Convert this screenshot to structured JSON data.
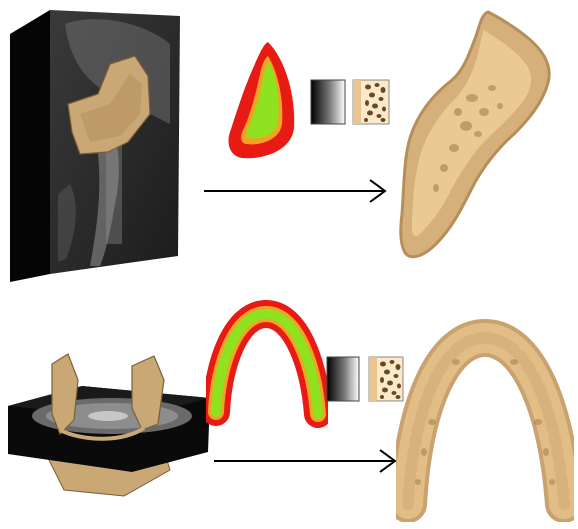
{
  "figure": {
    "rows": [
      {
        "id": "sagittal-row",
        "steps": [
          "ct-volume-with-mandible-model",
          "cross-section-segmentation",
          "gradient-texture-swatch",
          "bone-texture-swatch",
          "textured-bone-slice"
        ]
      },
      {
        "id": "axial-row",
        "steps": [
          "ct-volume-with-mandible-model",
          "cross-section-segmentation",
          "gradient-texture-swatch",
          "bone-texture-swatch",
          "textured-bone-slice"
        ]
      }
    ],
    "colors": {
      "cortical_region": "#e81a14",
      "cancellous_region": "#8fe21f",
      "boundary_ring": "#f2a324",
      "bone_surface": "#c9a876",
      "bone_interior": "#e8c48e",
      "ct_background": "#0b0b0b",
      "arrow": "#000000"
    },
    "icons": [
      "right-arrow-icon",
      "gradient-swatch-icon",
      "bone-texture-swatch-icon"
    ]
  }
}
